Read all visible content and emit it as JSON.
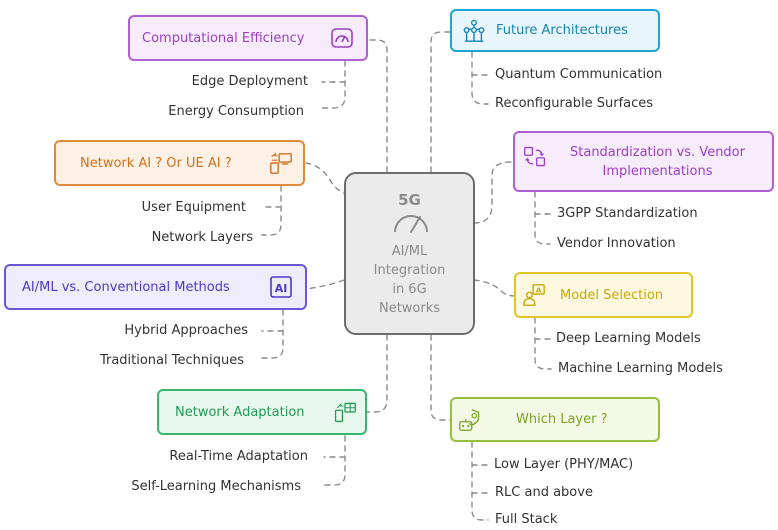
{
  "center": {
    "badge": "5G",
    "title_lines": [
      "AI/ML",
      "Integration",
      "in 6G",
      "Networks"
    ],
    "icon": "gauge-icon"
  },
  "branches": [
    {
      "id": "computational-efficiency",
      "label": "Computational Efficiency",
      "icon": "gauge-icon",
      "colors": {
        "border": "#b15fd4",
        "fill": "#f6ecfb",
        "text": "#9c3fc4"
      },
      "children": [
        "Edge Deployment",
        "Energy Consumption"
      ]
    },
    {
      "id": "network-ai-or-ue-ai",
      "label": "Network AI ? Or UE AI ?",
      "icon": "devices-icon",
      "colors": {
        "border": "#e08a3b",
        "fill": "#fdf1e6",
        "text": "#d2701b"
      },
      "children": [
        "User Equipment",
        "Network Layers"
      ]
    },
    {
      "id": "ai-ml-vs-conventional",
      "label": "AI/ML vs. Conventional Methods",
      "icon": "ai-chip-icon",
      "colors": {
        "border": "#6c55d6",
        "fill": "#efecfc",
        "text": "#5138c8"
      },
      "children": [
        "Hybrid Approaches",
        "Traditional Techniques"
      ]
    },
    {
      "id": "network-adaptation",
      "label": "Network Adaptation",
      "icon": "adaptive-device-icon",
      "colors": {
        "border": "#35b96e",
        "fill": "#e8f8ee",
        "text": "#1f9b55"
      },
      "children": [
        "Real-Time Adaptation",
        "Self-Learning Mechanisms"
      ]
    },
    {
      "id": "future-architectures",
      "label": "Future Architectures",
      "icon": "network-nodes-icon",
      "colors": {
        "border": "#1fa4d8",
        "fill": "#e6f6fc",
        "text": "#1883b0"
      },
      "children": [
        "Quantum Communication",
        "Reconfigurable Surfaces"
      ]
    },
    {
      "id": "standardization-vs-vendor",
      "label": "Standardization vs. Vendor Implementations",
      "icon": "exchange-icon",
      "colors": {
        "border": "#b15fd4",
        "fill": "#f6ecfb",
        "text": "#9c3fc4"
      },
      "children": [
        "3GPP Standardization",
        "Vendor Innovation"
      ]
    },
    {
      "id": "model-selection",
      "label": "Model Selection",
      "icon": "user-choice-icon",
      "colors": {
        "border": "#e3c52a",
        "fill": "#fdf9e1",
        "text": "#c9a70c"
      },
      "children": [
        "Deep Learning Models",
        "Machine Learning Models"
      ]
    },
    {
      "id": "which-layer",
      "label": "Which Layer ?",
      "icon": "robot-shield-icon",
      "colors": {
        "border": "#97c03a",
        "fill": "#f3f9e5",
        "text": "#7aa322"
      },
      "children": [
        "Low Layer (PHY/MAC)",
        "RLC and above",
        "Full Stack"
      ]
    }
  ]
}
